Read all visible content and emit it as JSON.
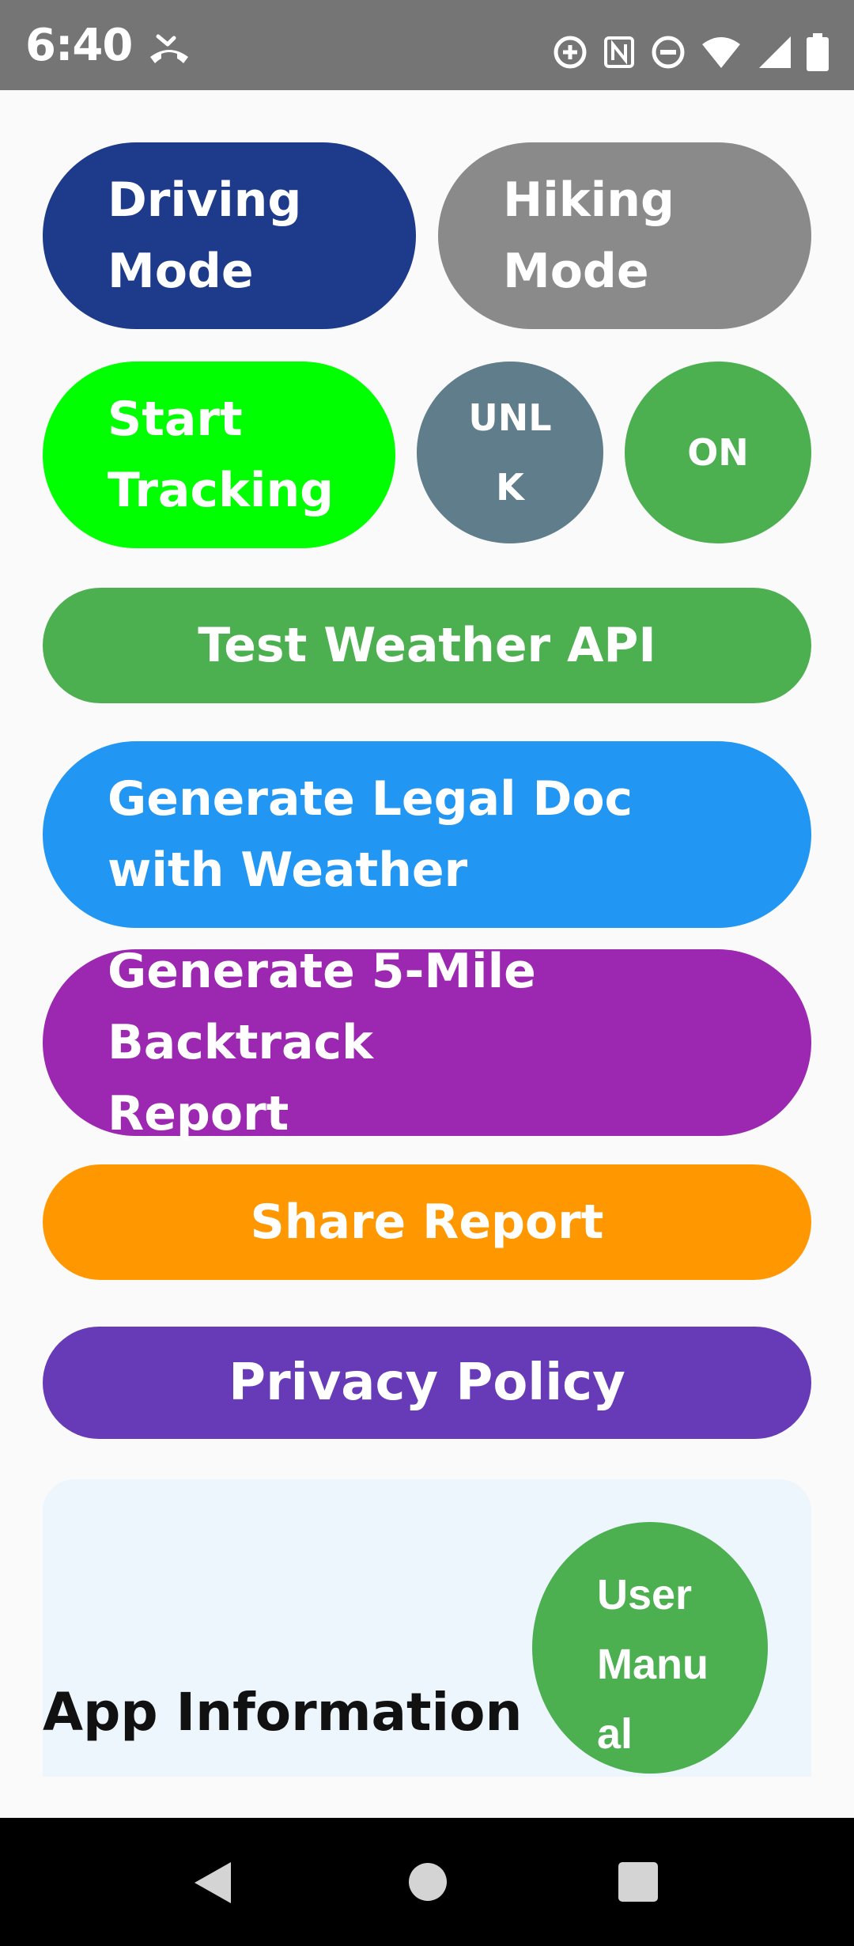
{
  "status_bar": {
    "time": "6:40",
    "icons": [
      "missed-call-icon",
      "data-saver-icon",
      "nfc-icon",
      "do-not-disturb-icon",
      "wifi-icon",
      "cell-signal-icon",
      "battery-icon"
    ],
    "background_color": "#757575"
  },
  "modes": {
    "driving_label": "Driving Mode",
    "hiking_label": "Hiking Mode"
  },
  "tracking": {
    "start_label": "Start Tracking",
    "unlock_label": "UNLK",
    "on_label": "ON"
  },
  "actions": {
    "test_weather_label": "Test Weather API",
    "legal_doc_label": "Generate Legal Doc with Weather",
    "backtrack_label": "Generate 5-Mile Backtrack Report",
    "share_label": "Share Report",
    "privacy_label": "Privacy Policy"
  },
  "app_info": {
    "title": "App Information",
    "manual_label": "User Manual"
  },
  "colors": {
    "driving": "#1e3a8a",
    "hiking": "#8a8a8a",
    "start_tracking": "#00ff00",
    "unlock": "#607d8b",
    "on": "#4caf50",
    "test_weather": "#4caf50",
    "legal_doc": "#2196f3",
    "backtrack": "#9c27b0",
    "share": "#ff9800",
    "privacy": "#673ab7",
    "info_card": "#eef6fd",
    "manual": "#4caf50"
  },
  "nav_bar": {
    "icons": [
      "back-icon",
      "home-icon",
      "recents-icon"
    ]
  }
}
